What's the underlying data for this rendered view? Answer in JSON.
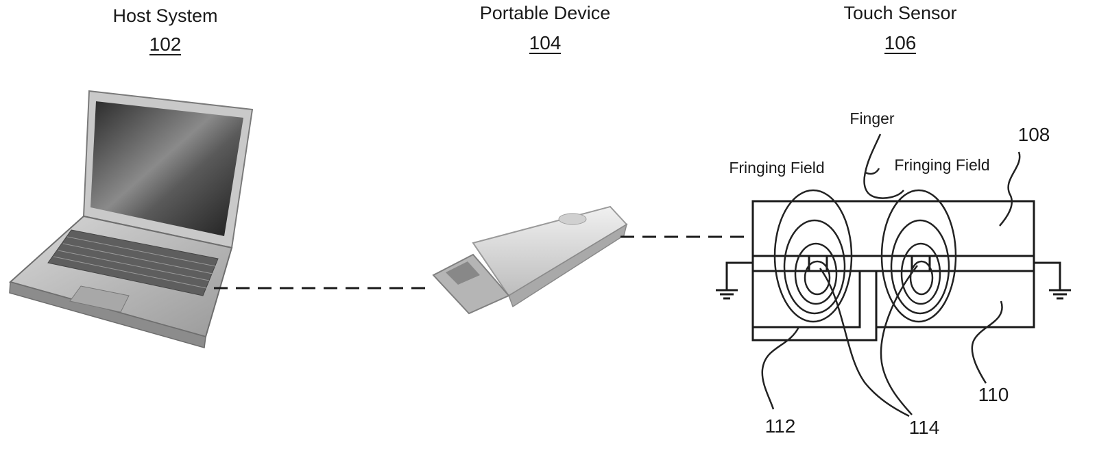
{
  "host": {
    "title": "Host System",
    "ref": "102"
  },
  "portable": {
    "title": "Portable Device",
    "ref": "104"
  },
  "sensor": {
    "title": "Touch Sensor",
    "ref": "106",
    "finger_label": "Finger",
    "fringing_left": "Fringing Field",
    "fringing_right": "Fringing Field",
    "ref_108": "108",
    "ref_110": "110",
    "ref_112": "112",
    "ref_114": "114"
  }
}
